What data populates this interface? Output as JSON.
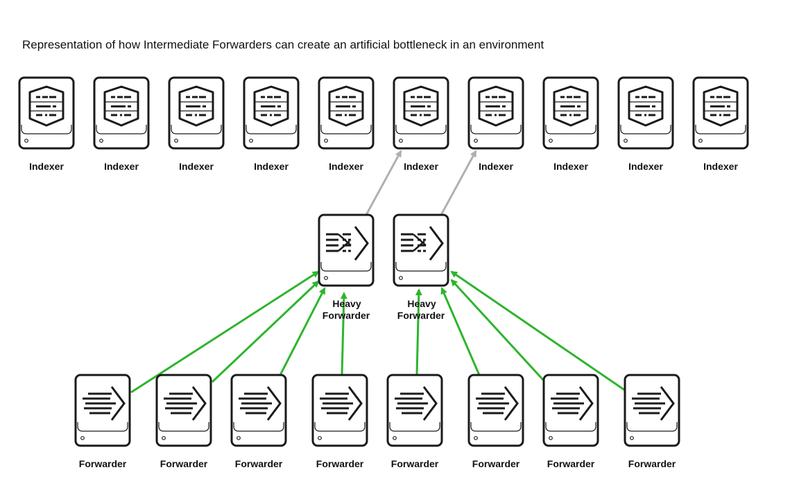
{
  "title": "Representation of how Intermediate Forwarders can create an artificial bottleneck in an environment",
  "colors": {
    "stroke": "#1a1a1a",
    "forward_link": "#2db52d",
    "index_link": "#b0b0b0",
    "background": "#ffffff"
  },
  "indexers": [
    {
      "label": "Indexer",
      "icon": "indexer-icon"
    },
    {
      "label": "Indexer",
      "icon": "indexer-icon"
    },
    {
      "label": "Indexer",
      "icon": "indexer-icon"
    },
    {
      "label": "Indexer",
      "icon": "indexer-icon"
    },
    {
      "label": "Indexer",
      "icon": "indexer-icon"
    },
    {
      "label": "Indexer",
      "icon": "indexer-icon"
    },
    {
      "label": "Indexer",
      "icon": "indexer-icon"
    },
    {
      "label": "Indexer",
      "icon": "indexer-icon"
    },
    {
      "label": "Indexer",
      "icon": "indexer-icon"
    },
    {
      "label": "Indexer",
      "icon": "indexer-icon"
    }
  ],
  "heavy_forwarders": [
    {
      "label_line1": "Heavy",
      "label_line2": "Forwarder",
      "icon": "heavy-forwarder-icon",
      "sends_to_indexer": 6
    },
    {
      "label_line1": "Heavy",
      "label_line2": "Forwarder",
      "icon": "heavy-forwarder-icon",
      "sends_to_indexer": 7
    }
  ],
  "forwarders": [
    {
      "label": "Forwarder",
      "icon": "forwarder-icon",
      "sends_to_heavy": 1
    },
    {
      "label": "Forwarder",
      "icon": "forwarder-icon",
      "sends_to_heavy": 1
    },
    {
      "label": "Forwarder",
      "icon": "forwarder-icon",
      "sends_to_heavy": 1
    },
    {
      "label": "Forwarder",
      "icon": "forwarder-icon",
      "sends_to_heavy": 1
    },
    {
      "label": "Forwarder",
      "icon": "forwarder-icon",
      "sends_to_heavy": 2
    },
    {
      "label": "Forwarder",
      "icon": "forwarder-icon",
      "sends_to_heavy": 2
    },
    {
      "label": "Forwarder",
      "icon": "forwarder-icon",
      "sends_to_heavy": 2
    },
    {
      "label": "Forwarder",
      "icon": "forwarder-icon",
      "sends_to_heavy": 2
    }
  ]
}
